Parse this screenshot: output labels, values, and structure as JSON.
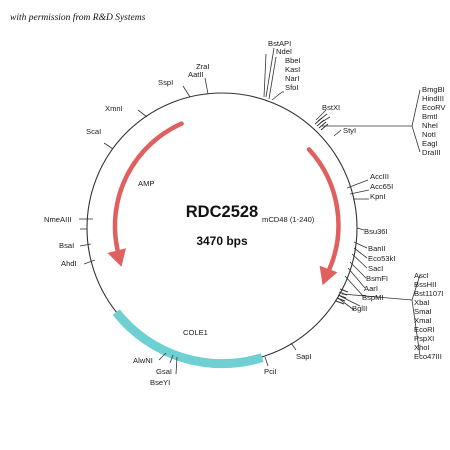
{
  "credit": "with permission from R&D Systems",
  "plasmid": {
    "name": "RDC2528",
    "size": "3470 bps",
    "insert_label": "mCD48 (1-240)"
  },
  "features": {
    "amp": {
      "label": "AMP",
      "color": "#e06060"
    },
    "cole1": {
      "label": "COLE1",
      "color": "#6ed0d0"
    }
  },
  "sites": [
    {
      "id": "zrai",
      "label": "ZraI"
    },
    {
      "id": "aatii",
      "label": "AatII"
    },
    {
      "id": "sspi",
      "label": "SspI"
    },
    {
      "id": "xmni",
      "label": "XmnI"
    },
    {
      "id": "scai",
      "label": "ScaI"
    },
    {
      "id": "nmeaiii",
      "label": "NmeAIII"
    },
    {
      "id": "bsai",
      "label": "BsaI"
    },
    {
      "id": "ahdi",
      "label": "AhdI"
    },
    {
      "id": "alwni",
      "label": "AlwNI"
    },
    {
      "id": "gsai",
      "label": "GsaI"
    },
    {
      "id": "bseyi",
      "label": "BseYI"
    },
    {
      "id": "pcii",
      "label": "PciI"
    },
    {
      "id": "sapi",
      "label": "SapI"
    },
    {
      "id": "bstapi",
      "label": "BstAPI"
    },
    {
      "id": "ndei",
      "label": "NdeI"
    },
    {
      "id": "bbei",
      "label": "BbeI"
    },
    {
      "id": "kasi",
      "label": "KasI"
    },
    {
      "id": "nari",
      "label": "NarI"
    },
    {
      "id": "sfoi",
      "label": "SfoI"
    },
    {
      "id": "bstxi",
      "label": "BstXI"
    },
    {
      "id": "styi",
      "label": "StyI"
    },
    {
      "id": "accii",
      "label": "AccIII"
    },
    {
      "id": "acc65i",
      "label": "Acc65I"
    },
    {
      "id": "kpni",
      "label": "KpnI"
    },
    {
      "id": "bsu36i",
      "label": "Bsu36I"
    },
    {
      "id": "banii",
      "label": "BanII"
    },
    {
      "id": "eco53ki",
      "label": "Eco53kI"
    },
    {
      "id": "saci",
      "label": "SacI"
    },
    {
      "id": "bsmfi",
      "label": "BsmFI"
    },
    {
      "id": "aari",
      "label": "AarI"
    },
    {
      "id": "bspmi",
      "label": "BspMI"
    },
    {
      "id": "bglii",
      "label": "BglII"
    }
  ],
  "site_group_1": [
    "BmgBI",
    "HindIII",
    "EcoRV",
    "BmtI",
    "NheI",
    "NotI",
    "EagI",
    "DraIII"
  ],
  "site_group_2": [
    "AscI",
    "BssHII",
    "Bst1107I",
    "XbaI",
    "SmaI",
    "XmaI",
    "EcoRI",
    "PspXI",
    "XhoI",
    "Eco47III"
  ]
}
